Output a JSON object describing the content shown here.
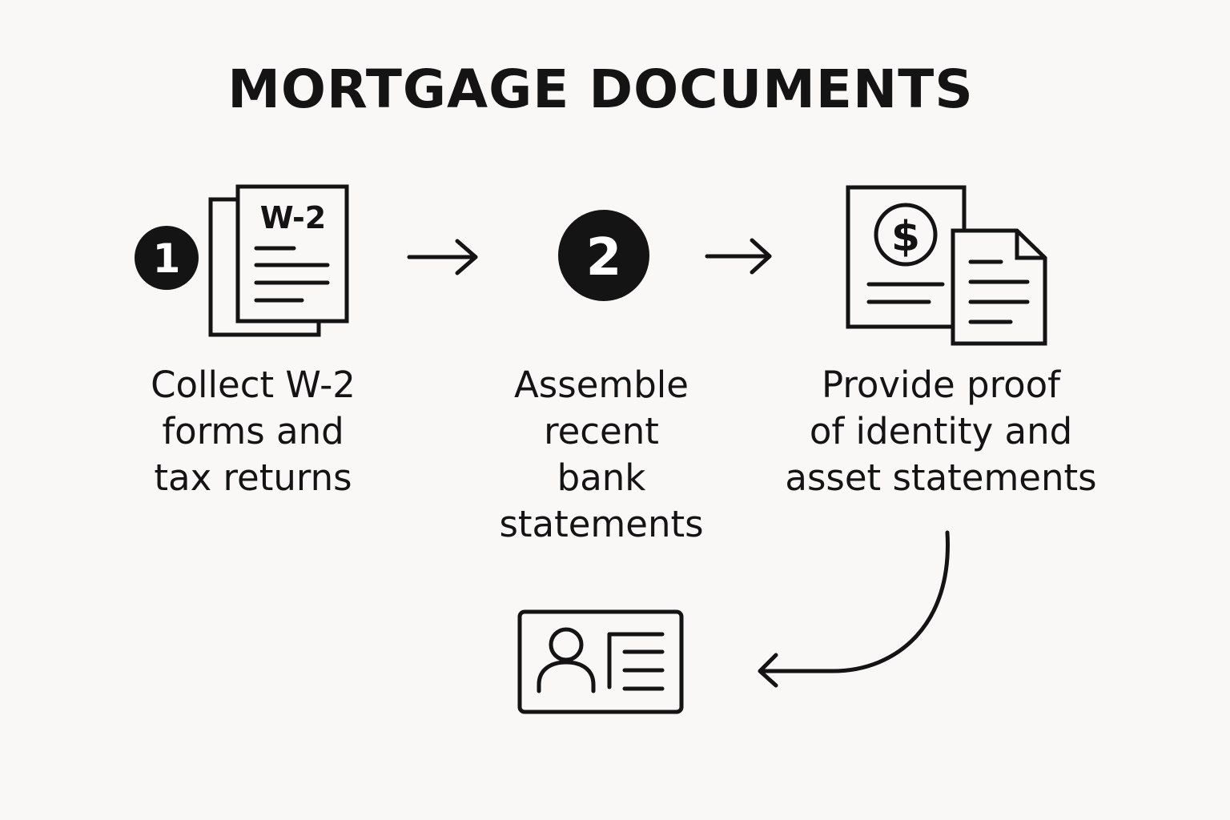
{
  "title": "MORTGAGE DOCUMENTS",
  "steps": [
    {
      "number": "1",
      "document_label": "W-2",
      "caption_lines": [
        "Collect W-2",
        "forms and",
        "tax returns"
      ]
    },
    {
      "number": "2",
      "caption_lines": [
        "Assemble",
        "recent",
        "bank",
        "statements"
      ]
    },
    {
      "caption_lines": [
        "Provide proof",
        "of identity and",
        "asset statements"
      ]
    }
  ],
  "icons": {
    "step1": "tax-document-icon",
    "step3": "financial-statement-icon",
    "final": "id-card-icon"
  },
  "colors": {
    "background": "#f9f8f6",
    "ink": "#141414"
  }
}
